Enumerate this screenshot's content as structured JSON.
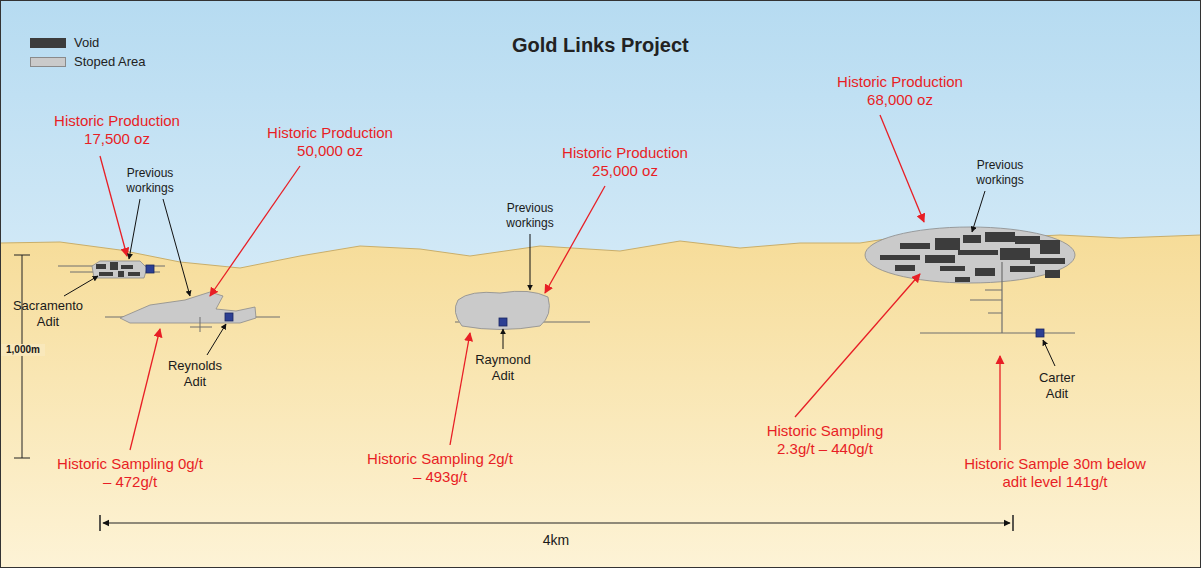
{
  "diagram": {
    "title": "Gold Links Project",
    "labels": [
      "Historic Production 17,500 oz",
      "Historic Production 50,000 oz",
      "Historic Production 25,000 oz",
      "Historic Production 68,000 oz",
      "Previous workings",
      "Previous workings",
      "Previous workings",
      "Sacramento Adit",
      "1,000m",
      "Reynolds Adit",
      "Raymond Adit",
      "Carter Adit",
      "Historic Sampling 0g/t – 472g/t",
      "Historic Sampling 2g/t – 493g/t",
      "Historic Sampling 2.3g/t – 440g/t",
      "Historic Sample 30m below adit level 141g/t",
      "4km"
    ],
    "legend": [
      {
        "text": "Void",
        "color": "#3c3c3c"
      },
      {
        "text": "Stoped Area",
        "color": "#cacaca"
      }
    ]
  }
}
